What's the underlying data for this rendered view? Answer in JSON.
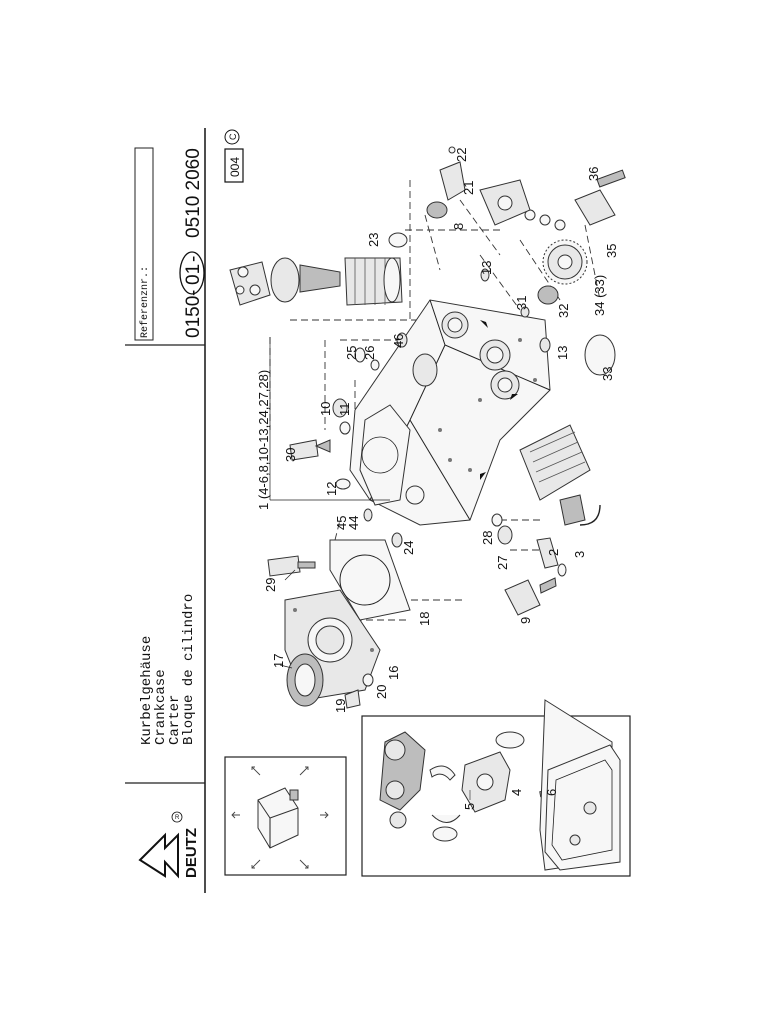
{
  "title_block": {
    "titles": [
      "Kurbelgehäuse",
      "Crankcase",
      "Carter",
      "Bloque de cilindro"
    ],
    "reference_label": "Referenznr.:",
    "part_prefix": "0150",
    "part_group": "01",
    "part_suffix": "0510 2060",
    "page_number": "004",
    "copyright": "C"
  },
  "logo": {
    "brand": "DEUTZ",
    "registered": "R"
  },
  "callouts": {
    "c1": "1 (4-6,8,10-13,24,27,28)",
    "c2": "2",
    "c3": "3",
    "c4": "4",
    "c5": "5",
    "c6": "6",
    "c8": "8",
    "c9": "9",
    "c10": "10",
    "c11": "11",
    "c12": "12",
    "c13a": "13",
    "c13b": "13",
    "c16": "16",
    "c17": "17",
    "c18": "18",
    "c19": "19",
    "c20": "20",
    "c21": "21",
    "c22": "22",
    "c23": "23",
    "c24": "24",
    "c25": "25",
    "c26": "26",
    "c27": "27",
    "c28": "28",
    "c29": "29",
    "c30": "30",
    "c31": "31",
    "c32": "32",
    "c33": "33",
    "c34": "34 (33)",
    "c35": "35",
    "c36": "36",
    "c44": "44",
    "c45": "45",
    "c46": "46"
  }
}
